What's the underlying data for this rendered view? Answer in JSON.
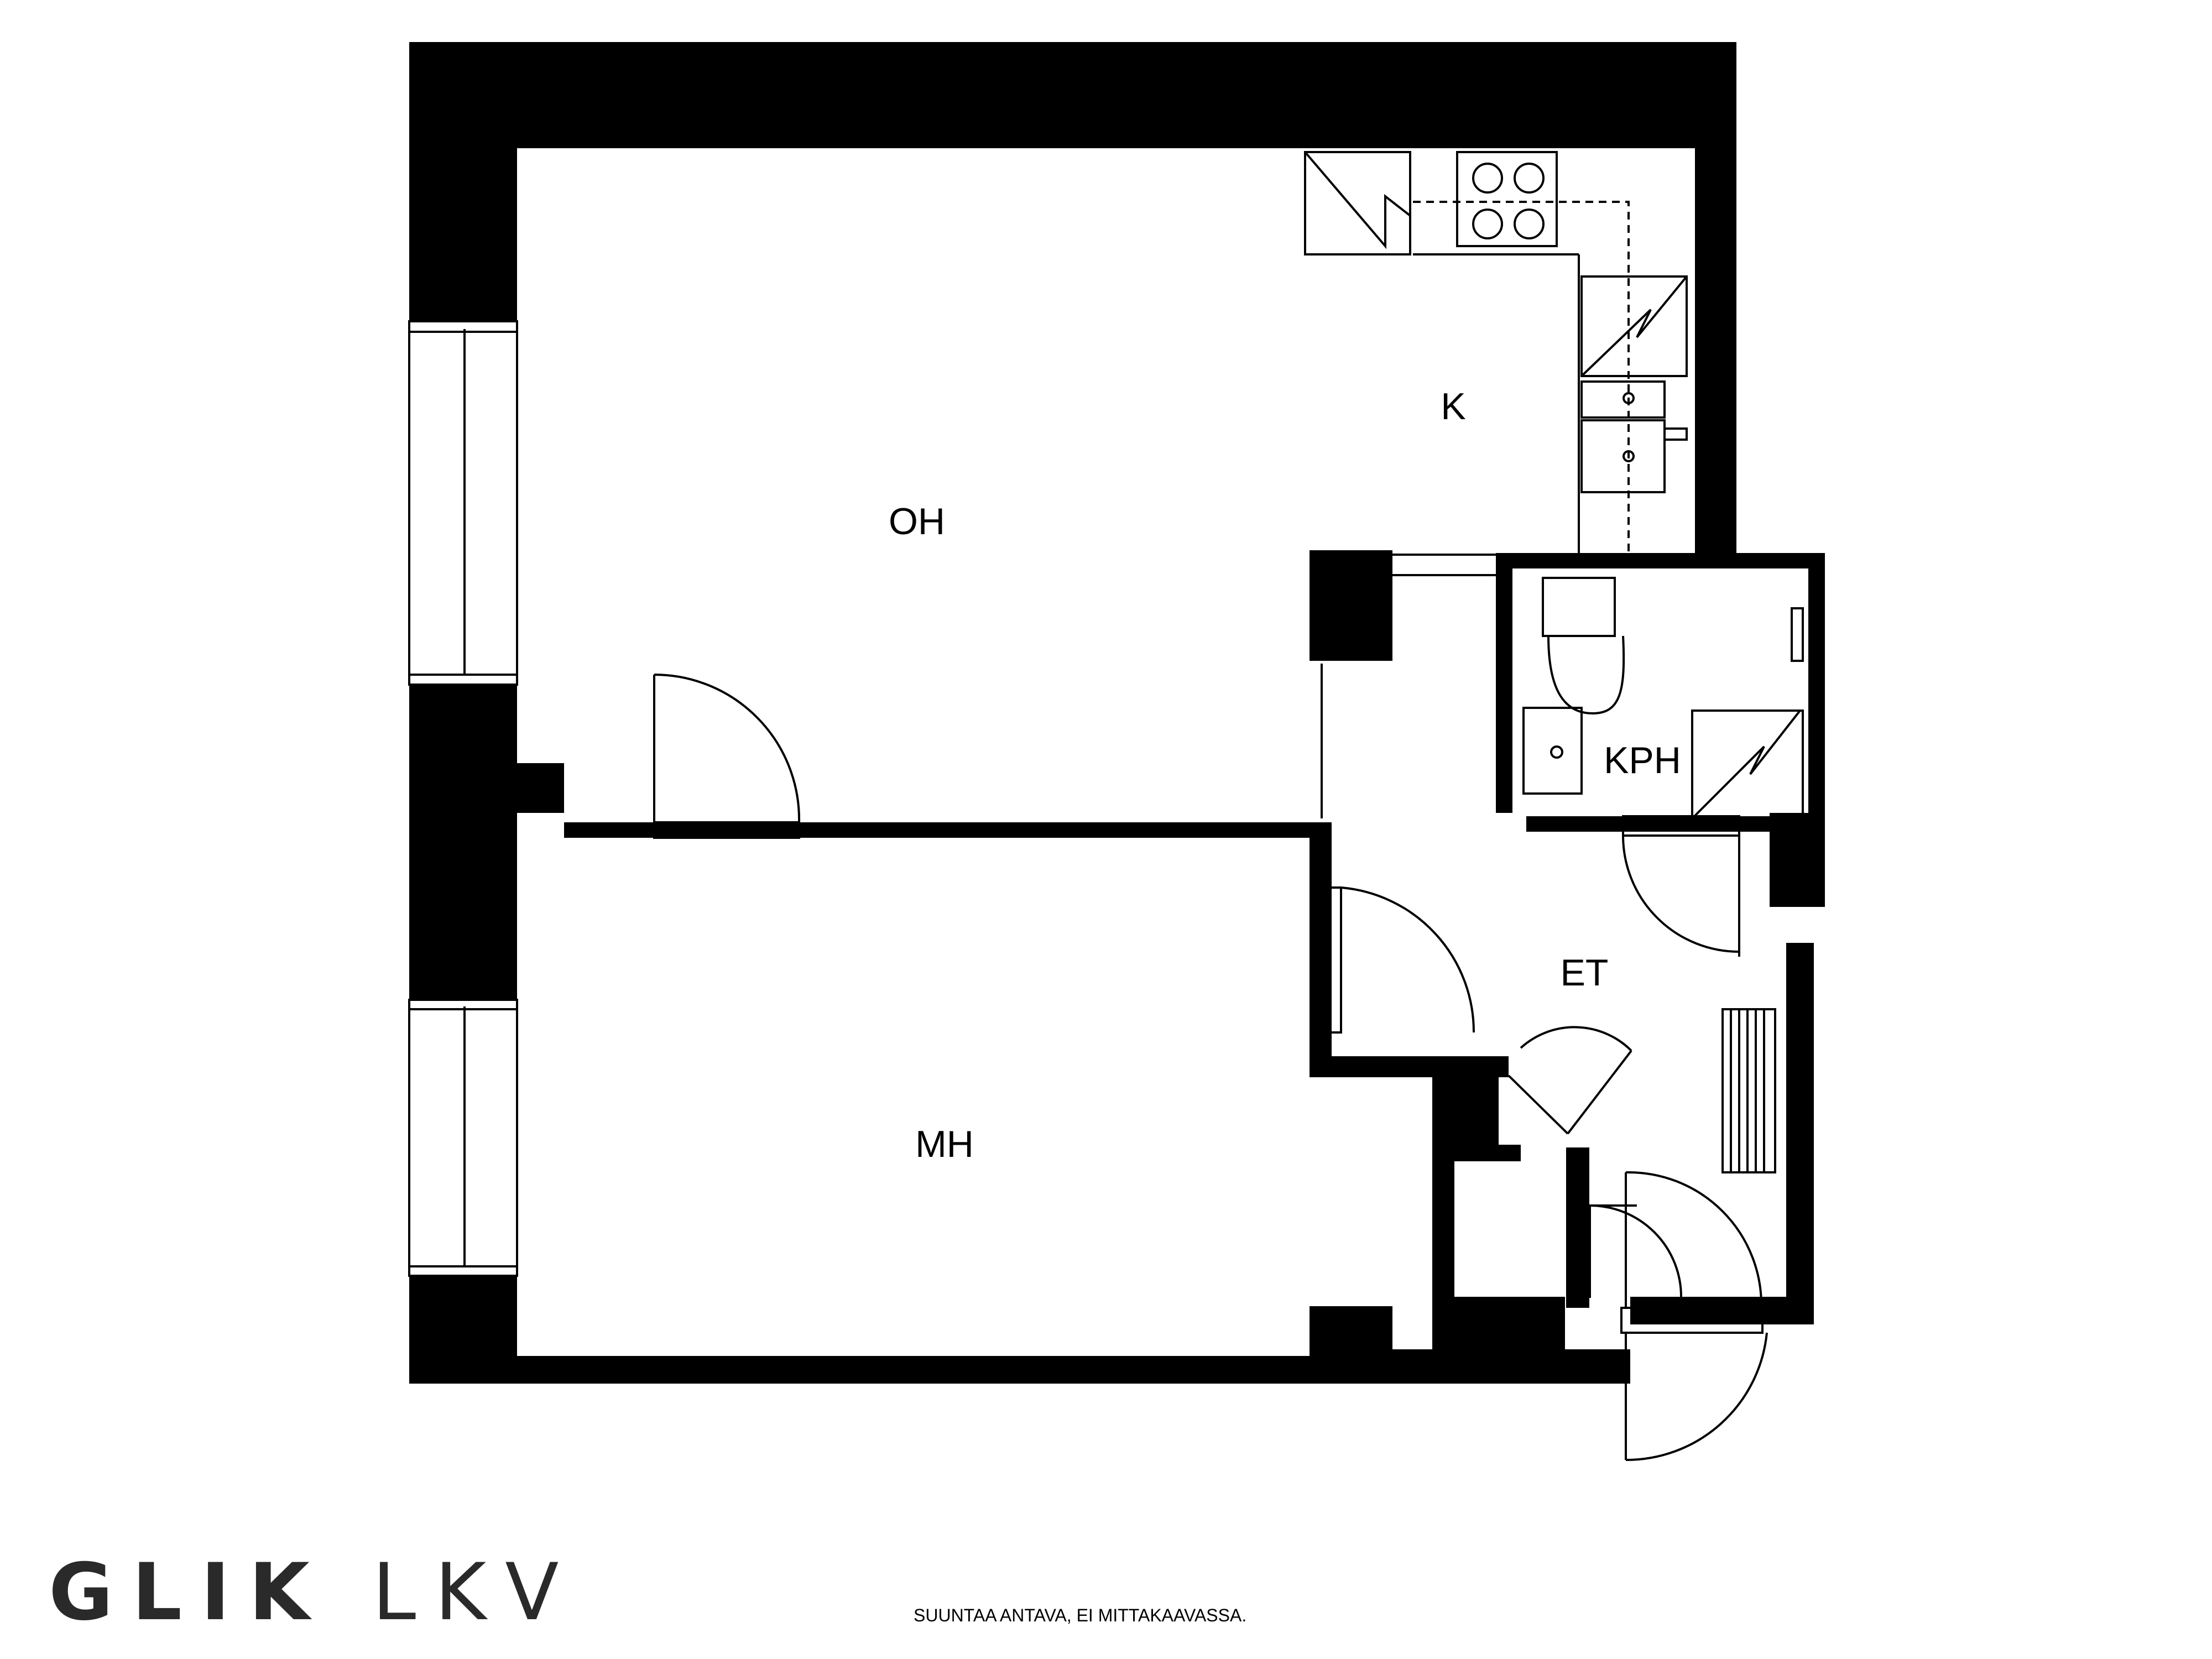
{
  "rooms": {
    "oh": "OH",
    "k": "K",
    "kph": "KPH",
    "et": "ET",
    "mh": "MH"
  },
  "logo": {
    "primary": "GLIK",
    "secondary": "LKV"
  },
  "disclaimer": "SUUNTAA ANTAVA, EI MITTAKAAVASSA.",
  "colors": {
    "wall": "#000000",
    "background": "#ffffff",
    "logo": "#2a2a2a"
  }
}
